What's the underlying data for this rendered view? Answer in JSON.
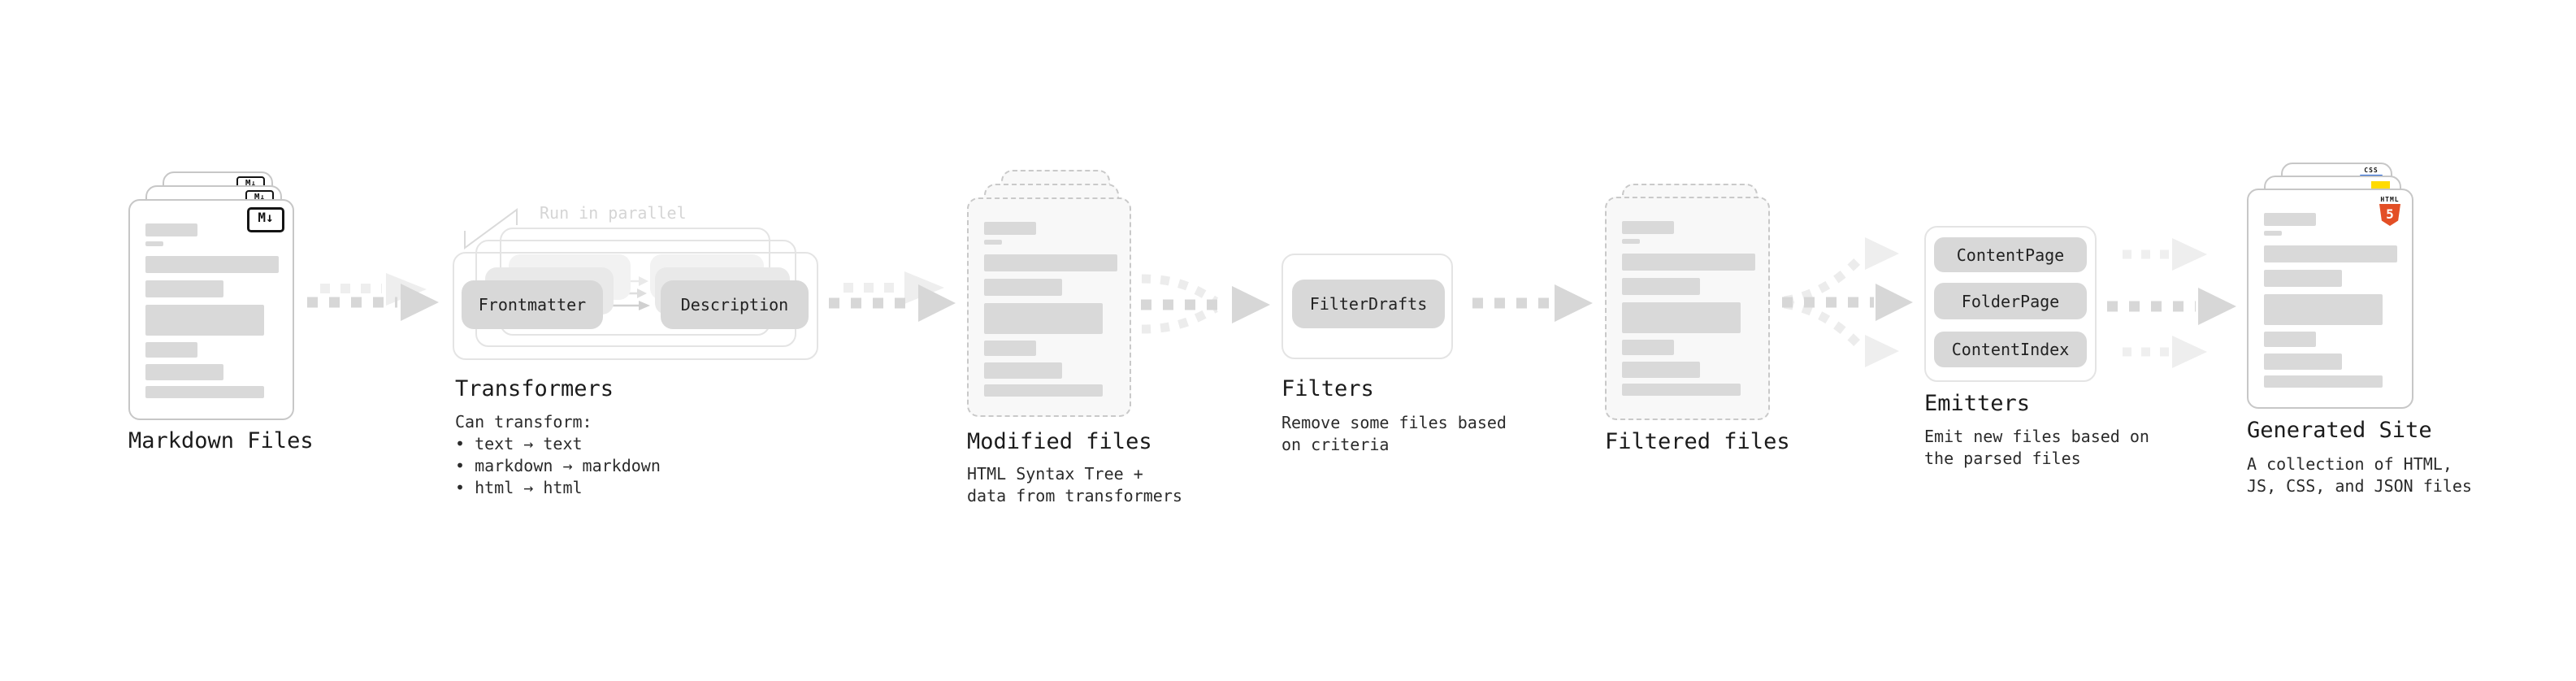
{
  "diagram": {
    "title_hint": "static site generation pipeline",
    "stages": {
      "markdown": {
        "label": "Markdown Files"
      },
      "transformers": {
        "label": "Transformers",
        "sub": "Can transform:\n • text → text\n • markdown → markdown\n • html → html",
        "annotation": "Run in parallel",
        "buttons": {
          "frontmatter": "Frontmatter",
          "description": "Description"
        }
      },
      "modified": {
        "label": "Modified files",
        "sub": "HTML Syntax Tree +\ndata from transformers"
      },
      "filters": {
        "label": "Filters",
        "sub": "Remove some files based\non criteria",
        "buttons": {
          "filterdrafts": "FilterDrafts"
        }
      },
      "filtered": {
        "label": "Filtered files"
      },
      "emitters": {
        "label": "Emitters",
        "sub": "Emit new files based on\nthe parsed files",
        "buttons": {
          "contentpage": "ContentPage",
          "folderpage": "FolderPage",
          "contentindex": "ContentIndex"
        }
      },
      "generated": {
        "label": "Generated Site",
        "sub": "A collection of HTML,\nJS, CSS, and JSON files"
      }
    },
    "icons": {
      "markdown_badge": "M↓",
      "html5_text": "HTML",
      "html5_number": "5",
      "css_text": "CSS"
    },
    "colors": {
      "bar_gray": "#d9d9d9",
      "arrow_dark": "#d7d7d7",
      "arrow_light": "#eeeeee",
      "frame_gray": "#e4e4e4",
      "pill_gray": "#d8d8d8",
      "html5_orange": "#e34f26",
      "js_yellow": "#ffdb00",
      "css_blue": "#2062d4"
    }
  }
}
